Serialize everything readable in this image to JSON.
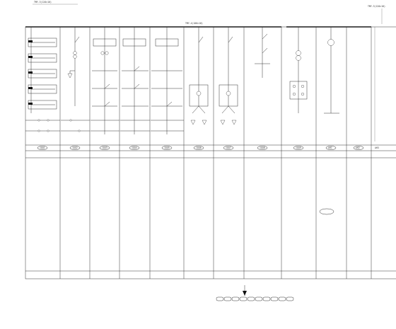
{
  "drawing": {
    "top_left_label": "TMY-3(120×10)",
    "top_right_label": "TMY-3(120×10)",
    "right_caption": "",
    "bus_label_left": "",
    "bus_label_mid": "TMY-4(100×10)"
  },
  "columns": [
    {
      "no": "1AA1",
      "name": "",
      "type": "",
      "note": ""
    },
    {
      "no": "1AA2",
      "name": "",
      "type": "",
      "note": ""
    },
    {
      "no": "1AA3",
      "name": "",
      "type": "",
      "note": ""
    },
    {
      "no": "1AA4",
      "name": "",
      "type": "",
      "note": ""
    },
    {
      "no": "1AA5",
      "name": "",
      "type": "",
      "note": ""
    },
    {
      "no": "1AA6",
      "name": "",
      "type": "",
      "note": ""
    },
    {
      "no": "1AA7",
      "name": "",
      "type": "",
      "note": ""
    },
    {
      "no": "1AA8",
      "name": "",
      "type": "",
      "note": ""
    },
    {
      "no": "1AA9",
      "name": "",
      "type": "",
      "note": ""
    },
    {
      "no": "AH1",
      "name": "",
      "type": "",
      "note": ""
    },
    {
      "no": "AH2",
      "name": "",
      "type": "",
      "note": ""
    },
    {
      "no": "AH3",
      "name": "",
      "type": "",
      "note": ""
    }
  ],
  "middle_labels": [
    "",
    "",
    "",
    ""
  ],
  "bottom_row": [
    "",
    "",
    "",
    "",
    "",
    "",
    "",
    "",
    "",
    "",
    "",
    ""
  ],
  "legend": {
    "strip": [
      "",
      "",
      "",
      "",
      "",
      "",
      "",
      "",
      "",
      ""
    ],
    "notes_title": "",
    "notes": [
      "",
      "",
      "",
      "",
      "",
      "",
      "",
      "",
      ""
    ]
  },
  "colors": {
    "line": "#333333",
    "bus": "#111111",
    "paper": "#ffffff"
  }
}
